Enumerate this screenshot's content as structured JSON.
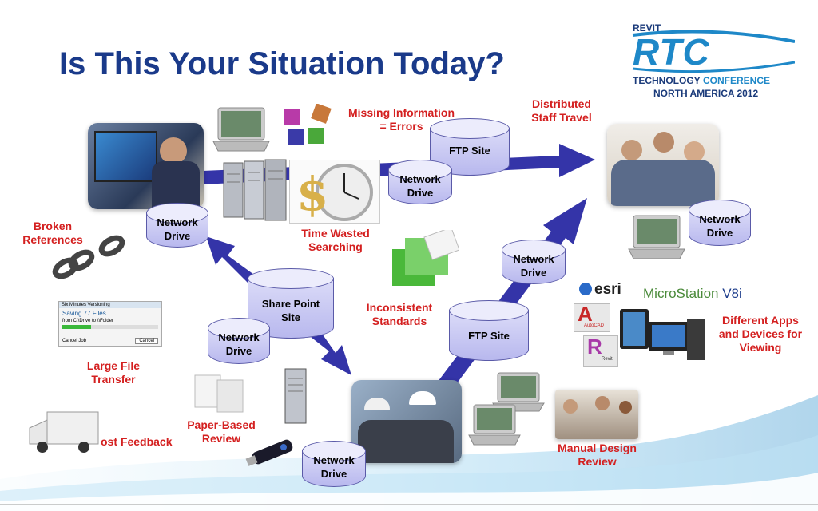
{
  "slide": {
    "title": "Is This Your Situation Today?"
  },
  "logo": {
    "revit": "REVIT",
    "rtc": "RTC",
    "technology": "TECHNOLOGY",
    "conference": "CONFERENCE",
    "region": "NORTH AMERICA 2012"
  },
  "cylinders": {
    "ftp_top": [
      "FTP Site"
    ],
    "nd_top_center": [
      "Network",
      "Drive"
    ],
    "nd_left": [
      "Network",
      "Drive"
    ],
    "nd_right": [
      "Network",
      "Drive"
    ],
    "nd_mid_right": [
      "Network",
      "Drive"
    ],
    "share_point": [
      "Share Point",
      "Site"
    ],
    "nd_mid_left": [
      "Network",
      "Drive"
    ],
    "ftp_bottom": [
      "FTP Site"
    ],
    "nd_bottom": [
      "Network",
      "Drive"
    ]
  },
  "labels": {
    "missing_info": [
      "Missing Information",
      "= Errors"
    ],
    "distributed": [
      "Distributed",
      "Staff Travel"
    ],
    "broken_refs": [
      "Broken",
      "References"
    ],
    "time_wasted": [
      "Time Wasted",
      "Searching"
    ],
    "inconsistent": [
      "Inconsistent",
      "Standards"
    ],
    "large_file": [
      "Large File",
      "Transfer"
    ],
    "paper_based": [
      "Paper-Based",
      "Review"
    ],
    "lost_feedback": [
      "ost Feedback"
    ],
    "manual_design": [
      "Manual Design",
      "Review"
    ],
    "different_apps": [
      "Different Apps",
      "and Devices for",
      "Viewing"
    ]
  },
  "apps": {
    "esri": "esri",
    "microstation": "MicroStation",
    "v8i": "V8i",
    "autocad": "AutoCAD",
    "revit": "Revit"
  },
  "dialog": {
    "title": "Six Minutes Versioning",
    "saving": "Saving 77 Files",
    "from": "from C:\\Drive to \\\\Folder",
    "cancel": "Cancel",
    "checkbox": "Cancel Job"
  },
  "colors": {
    "title": "#1a3a8a",
    "arrow": "#3434a8",
    "label_red": "#d42020",
    "cylinder_fill": "#c8c8f2",
    "logo_blue": "#1e88c8",
    "logo_navy": "#1a3a7a"
  }
}
